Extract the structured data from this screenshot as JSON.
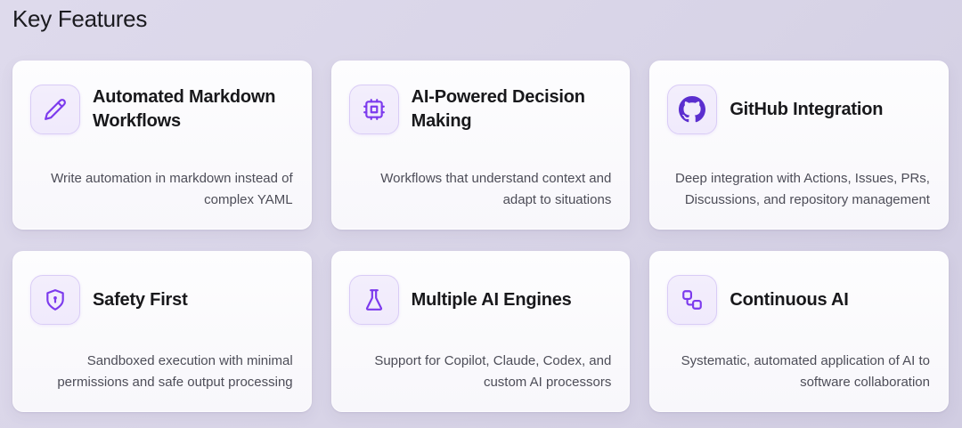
{
  "page": {
    "title": "Key Features"
  },
  "colors": {
    "background_start": "#dedaec",
    "background_end": "#d1cde2",
    "card_background": "#fbfafd",
    "accent": "#7c3aed",
    "accent_dark": "#5b2ecf",
    "icon_tile_bg": "#f0eafc",
    "icon_tile_border": "#d9ccf6",
    "title_color": "#18181b",
    "description_color": "#4d4d58"
  },
  "features": [
    {
      "icon": "pencil-icon",
      "title": "Automated Markdown Workflows",
      "description": "Write automation in markdown instead of complex YAML"
    },
    {
      "icon": "cpu-chip-icon",
      "title": "AI-Powered Decision Making",
      "description": "Workflows that understand context and adapt to situations"
    },
    {
      "icon": "github-icon",
      "title": "GitHub Integration",
      "description": "Deep integration with Actions, Issues, PRs, Discussions, and repository management"
    },
    {
      "icon": "shield-lock-icon",
      "title": "Safety First",
      "description": "Sandboxed execution with minimal permissions and safe output processing"
    },
    {
      "icon": "flask-icon",
      "title": "Multiple AI Engines",
      "description": "Support for Copilot, Claude, Codex, and custom AI processors"
    },
    {
      "icon": "workflow-nodes-icon",
      "title": "Continuous AI",
      "description": "Systematic, automated application of AI to software collaboration"
    }
  ]
}
